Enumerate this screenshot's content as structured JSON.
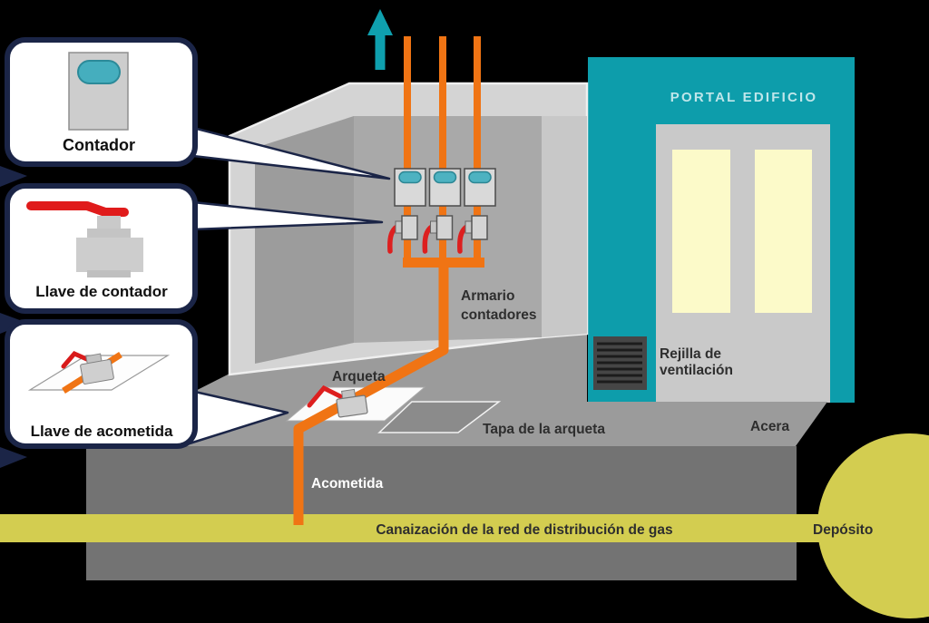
{
  "callouts": [
    {
      "label": "Contador",
      "icon": "gas-meter-icon"
    },
    {
      "label": "Llave de contador",
      "icon": "meter-valve-icon"
    },
    {
      "label": "Llave de acometida",
      "icon": "service-valve-icon"
    }
  ],
  "building": {
    "title": "PORTAL EDIFICIO",
    "vent_line1": "Rejilla de",
    "vent_line2": "ventilación",
    "sidewalk_label": "Acera"
  },
  "cabinet": {
    "label_line1": "Armario",
    "label_line2": "contadores",
    "meter_count": 3
  },
  "pit": {
    "arqueta_label": "Arqueta",
    "tapa_label": "Tapa de la arqueta"
  },
  "network": {
    "acometida_label": "Acometida",
    "canalizacion_label": "Canaización de la red de distribución de gas",
    "deposito_label": "Depósito"
  },
  "colors": {
    "background": "#000000",
    "teal": "#0d9dab",
    "orange": "#f07414",
    "red": "#dd1f1f",
    "yellow": "#d3cd50",
    "navy": "#1b2547",
    "cream": "#fcfac9",
    "door_gray": "#c9c9c9",
    "wall_light": "#d4d4d4",
    "wall_mid": "#a9a9a9",
    "sidewalk": "#9b9b9b",
    "soil": "#737373"
  }
}
